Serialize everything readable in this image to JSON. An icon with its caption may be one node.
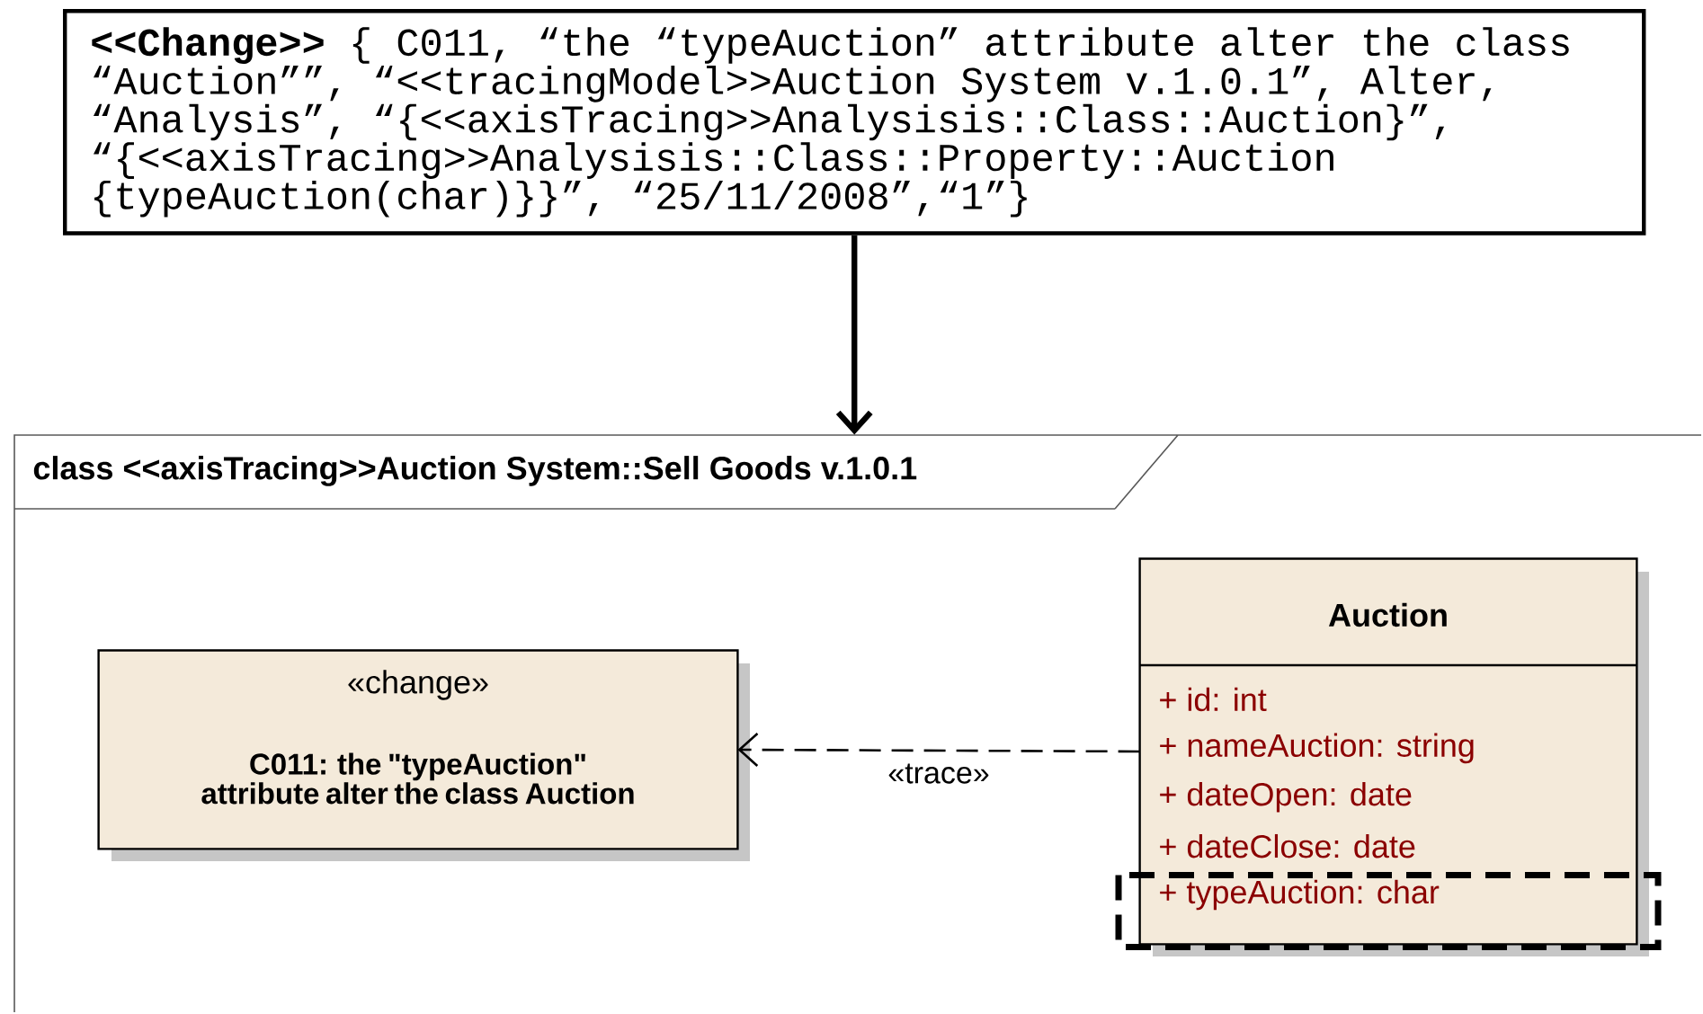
{
  "diagram": {
    "nodes": [
      {
        "text": [
          "**<<Change>>** { C011, “the “typeAuction” attribute alter the class “Auction””, “<<tracingModel>>Auction System v.1.0.1”, Alter, “Analysis”, “{<<axisTracing>>Analysisis::Class::Auction}”, “{<<axisTracing>>Analysisis::Class::Property::Auction {typeAuction(char)}}”, “25/11/2008”,“1”}"
        ]
      },
      {
        "text": [
          "class <<axisTracing>>Auction System::Sell Goods v.1.0.1"
        ]
      },
      {
        "text": [
          "«change»",
          "C011: the \"typeAuction\" attribute alter the class Auction"
        ],
        "in": 1
      },
      {
        "text": [
          "Auction",
          "+ id: int",
          "+ nameAuction: string",
          "+ dateOpen: date",
          "+ dateClose: date",
          "+ typeAuction: char"
        ],
        "in": 1
      }
    ],
    "edges": [
      {
        "from": 0,
        "to": 1,
        "arrow": "to",
        "style": "thick"
      },
      {
        "from": 3,
        "to": 2,
        "arrow": "to",
        "label": "«trace»",
        "style": "dashed"
      }
    ]
  }
}
